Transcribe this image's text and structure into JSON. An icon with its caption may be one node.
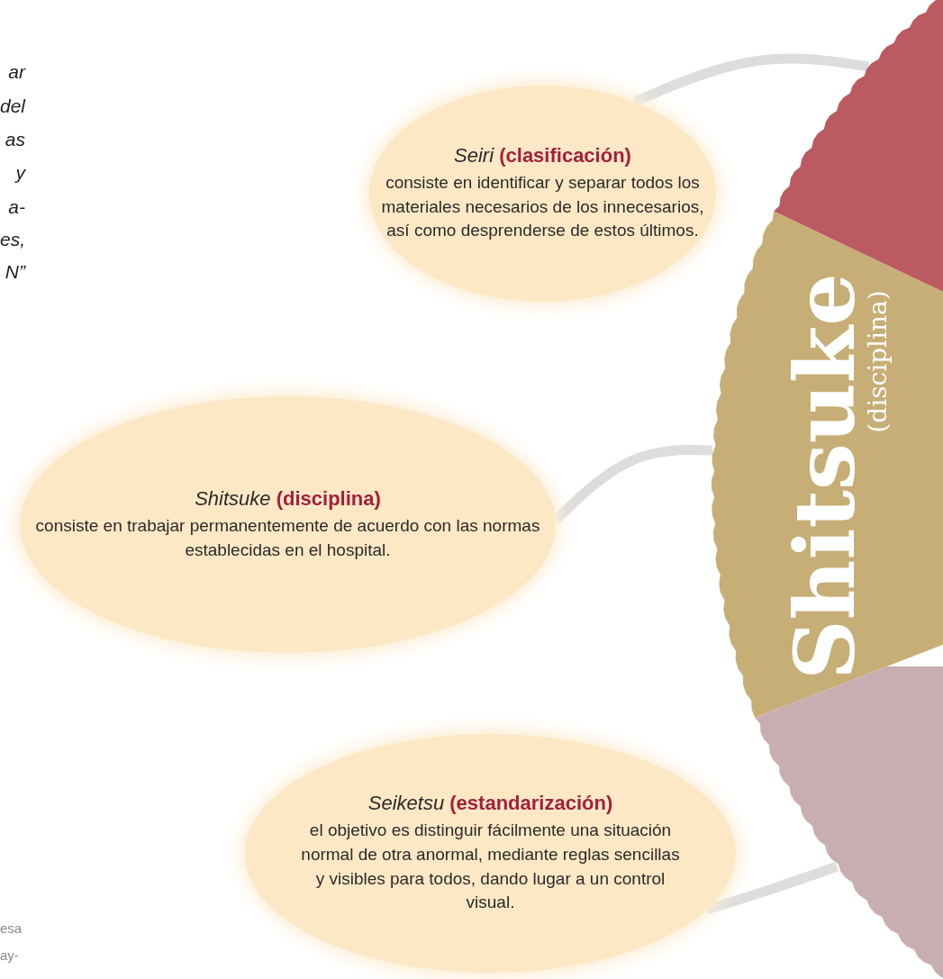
{
  "diagram": {
    "nodes": [
      {
        "text": [
          "*Seiri* **(clasificación)**",
          "consiste en identificar y separar todos los materiales necesarios de los innecesarios, así como desprenderse de estos últimos."
        ]
      },
      {
        "text": [
          "*Shitsuke* **(disciplina)**",
          "consiste en trabajar permanentemente de acuerdo con las normas establecidas en el hospital."
        ]
      },
      {
        "text": [
          "*Seiketsu* **(estandarización)**",
          "el objetivo es distinguir fácilmente una situación normal de otra anormal, mediante reglas sencillas y visibles para todos, dando lugar a un control visual."
        ]
      },
      {
        "text": [],
        "shape": "circle"
      },
      {
        "text": [
          "Shitsuke",
          "(disciplina)"
        ]
      },
      {
        "text": [],
        "shape": "circle"
      }
    ],
    "edges": [
      {
        "from": 0,
        "to": 3,
        "arrow": "none"
      },
      {
        "from": 1,
        "to": 4,
        "arrow": "none"
      },
      {
        "from": 2,
        "to": 5,
        "arrow": "none"
      }
    ],
    "labels": [
      "ar",
      "del",
      "as",
      "y",
      "a-",
      "es,",
      "N”",
      "esa",
      "ay-"
    ]
  }
}
